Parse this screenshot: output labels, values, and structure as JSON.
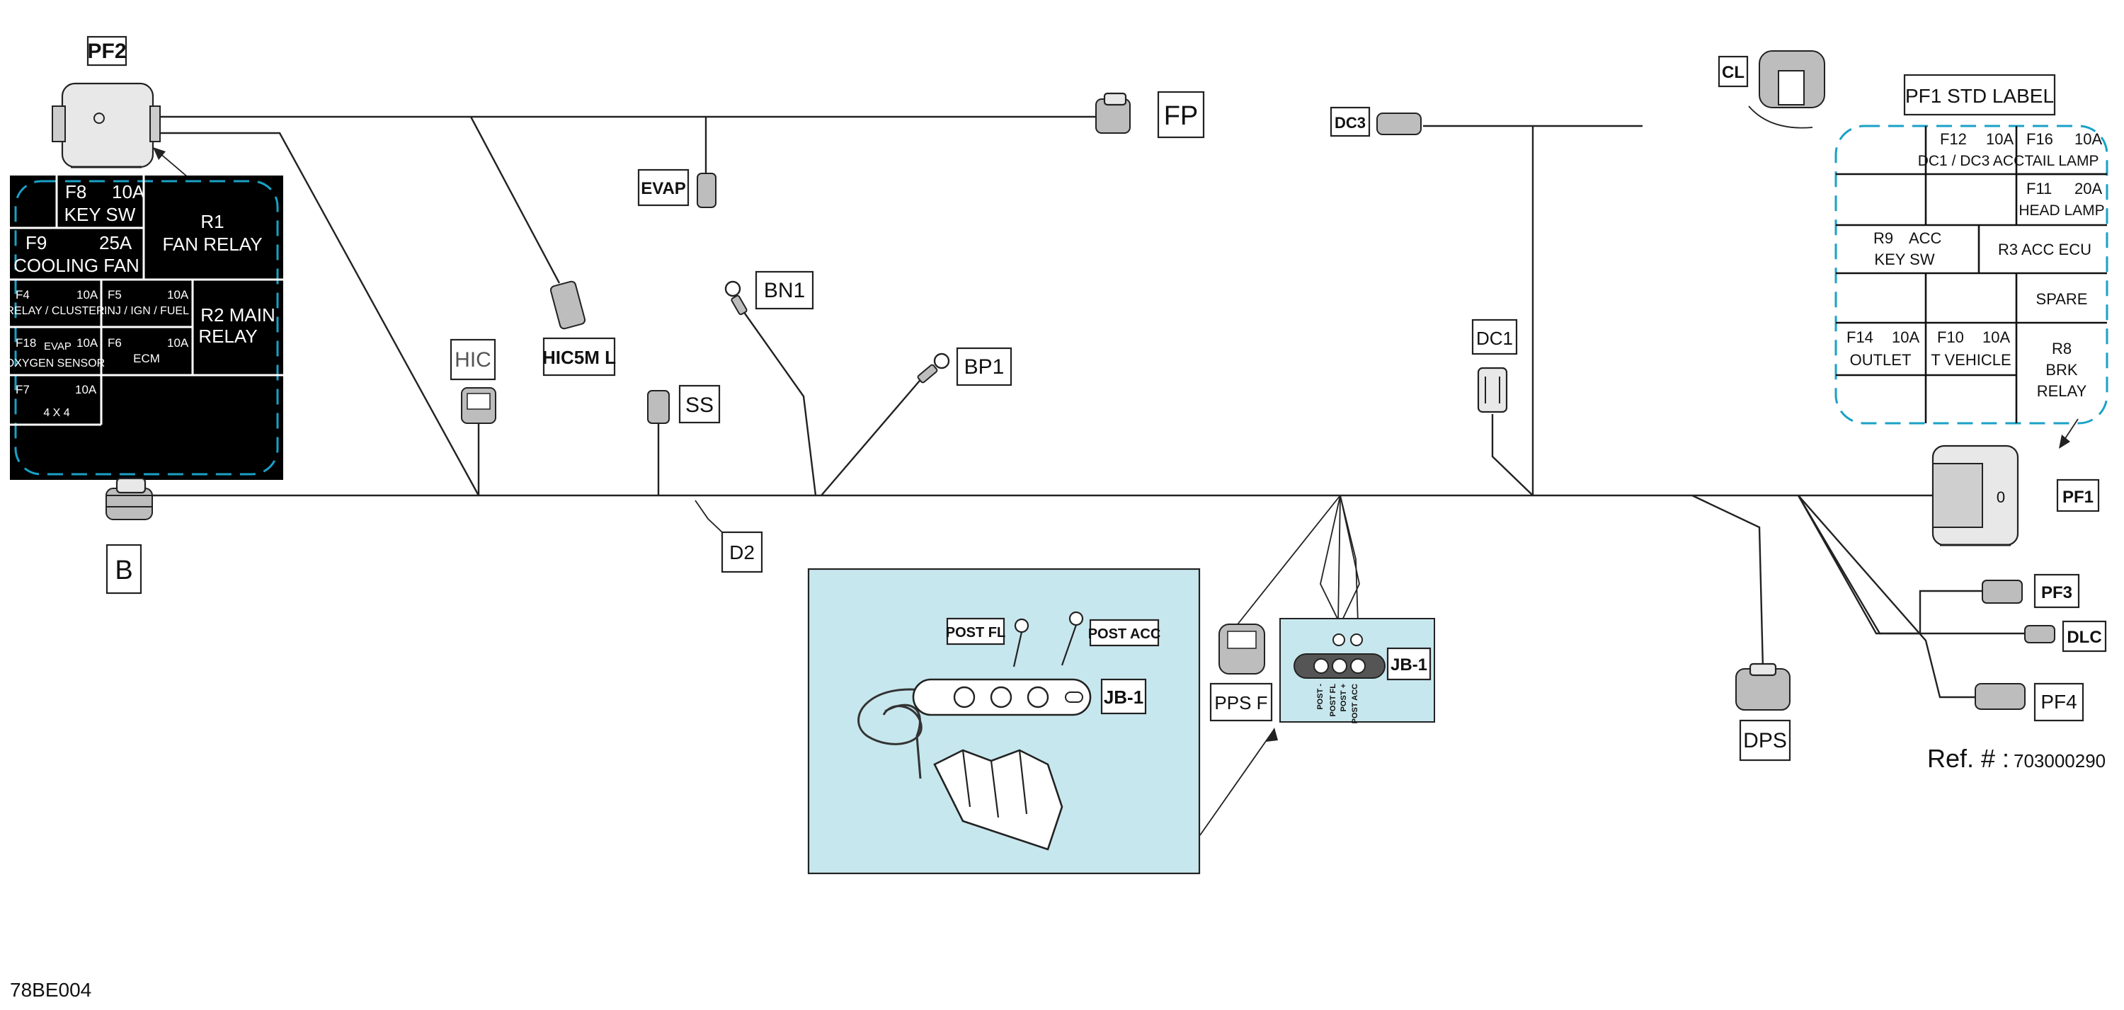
{
  "connectors": {
    "pf2": "PF2",
    "b": "B",
    "hic": "HIC",
    "hic5m_l": "HIC5M  L",
    "evap": "EVAP",
    "fp": "FP",
    "bn1": "BN1",
    "bp1": "BP1",
    "ss": "SS",
    "d2": "D2",
    "dc3": "DC3",
    "cl": "CL",
    "dc1": "DC1",
    "pf1": "PF1",
    "pf3": "PF3",
    "dlc": "DLC",
    "pf4": "PF4",
    "dps": "DPS",
    "pps_f": "PPS  F",
    "jb1_small": "JB-1",
    "jb1_large": "JB-1",
    "post_fl": "POST  FL",
    "post_acc": "POST  ACC",
    "jb_post_minus": "POST -",
    "jb_post_fl": "POST FL",
    "jb_post_plus": "POST +",
    "jb_post_acc": "POST ACC"
  },
  "pf2_panel": {
    "f8_name": "F8",
    "f8_amp": "10A",
    "f8_desc": "KEY SW",
    "r1_name": "R1",
    "r1_desc": "FAN RELAY",
    "f9_name": "F9",
    "f9_amp": "25A",
    "f9_desc": "COOLING FAN",
    "f4_name": "F4",
    "f4_amp": "10A",
    "f4_desc": "RELAY / CLUSTER",
    "f5_name": "F5",
    "f5_amp": "10A",
    "f5_desc": "INJ / IGN / FUEL",
    "r2_line1": "R2 MAIN",
    "r2_line2": "RELAY",
    "f18_name": "F18",
    "f18_tag": "EVAP",
    "f18_amp": "10A",
    "f18_desc": "OXYGEN SENSOR",
    "f6_name": "F6",
    "f6_amp": "10A",
    "f6_desc": "ECM",
    "f7_name": "F7",
    "f7_amp": "10A",
    "f7_desc": "4 X 4"
  },
  "pf1_label": {
    "title": "PF1 STD LABEL",
    "f12_name": "F12",
    "f12_amp": "10A",
    "f12_desc": "DC1 / DC3 ACC",
    "f16_name": "F16",
    "f16_amp": "10A",
    "f16_desc": "TAIL LAMP",
    "f11_name": "F11",
    "f11_amp": "20A",
    "f11_desc": "HEAD LAMP",
    "r9_name": "R9",
    "r9_tag": "ACC",
    "r9_desc": "KEY SW",
    "r3_text": "R3  ACC  ECU",
    "spare": "SPARE",
    "f14_name": "F14",
    "f14_amp": "10A",
    "f14_desc": "OUTLET",
    "f10_name": "F10",
    "f10_amp": "10A",
    "f10_desc": "T VEHICLE",
    "r8_line1": "R8",
    "r8_line2": "BRK",
    "r8_line3": "RELAY"
  },
  "ref_label": "Ref. # :",
  "ref_number": "703000290",
  "drawing_code": "78BE004",
  "pf1_mark": "0",
  "colors": {
    "wire": "#222222",
    "panel_bg": "#000000",
    "cyan_accent": "#1aa1c6",
    "inset_bg": "#c7e7ee"
  }
}
